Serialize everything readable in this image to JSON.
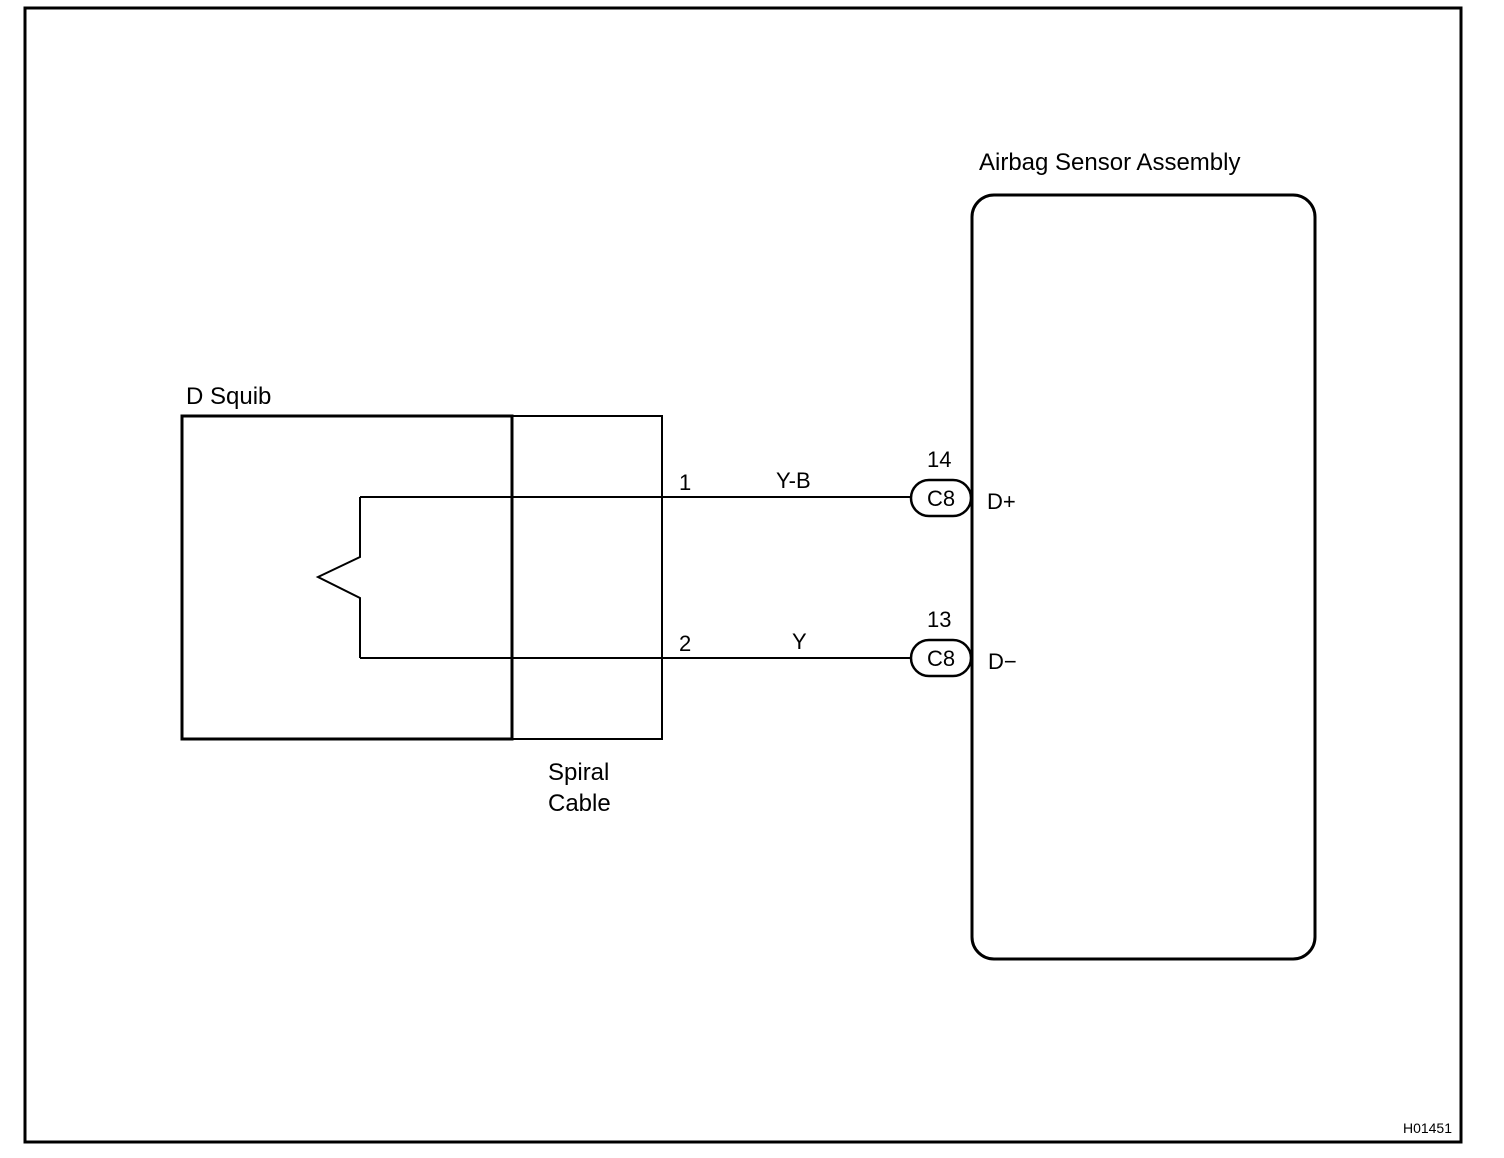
{
  "components": {
    "squib": {
      "label": "D Squib"
    },
    "spiral_cable": {
      "label_line1": "Spiral",
      "label_line2": "Cable"
    },
    "airbag_sensor": {
      "label": "Airbag Sensor Assembly"
    }
  },
  "wires": [
    {
      "pin": "1",
      "color": "Y-B",
      "connector": "C8",
      "terminal_number": "14",
      "terminal_name": "D+"
    },
    {
      "pin": "2",
      "color": "Y",
      "connector": "C8",
      "terminal_number": "13",
      "terminal_name": "D−"
    }
  ],
  "figure_code": "H01451"
}
